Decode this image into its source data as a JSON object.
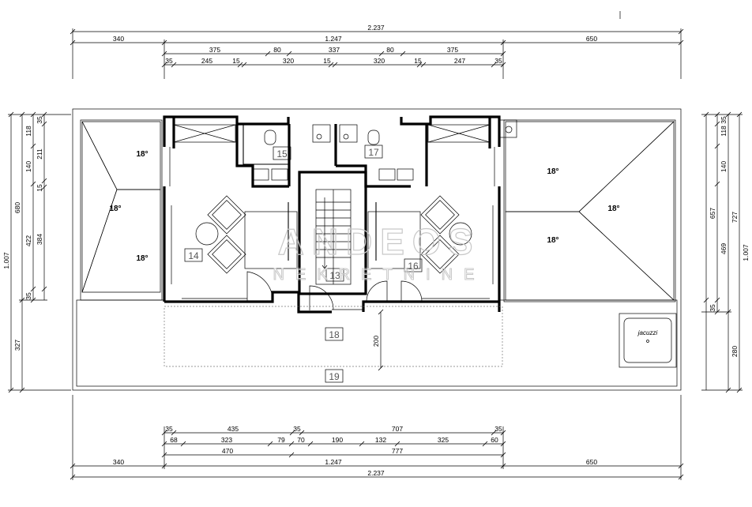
{
  "dimensions": {
    "top": {
      "row1": [
        "2.237"
      ],
      "row2": [
        "340",
        "1.247",
        "650"
      ],
      "row3": [
        "375",
        "80",
        "337",
        "80",
        "375"
      ],
      "row4": [
        "35",
        "245",
        "15",
        "320",
        "15",
        "320",
        "15",
        "247",
        "35"
      ]
    },
    "bottom": {
      "row1": [
        "35",
        "435",
        "35",
        "707",
        "35"
      ],
      "row2": [
        "68",
        "323",
        "79",
        "70",
        "190",
        "132",
        "325",
        "60"
      ],
      "row3": [
        "470",
        "777"
      ],
      "row4": [
        "340",
        "1.247",
        "650"
      ],
      "row5": [
        "2.237"
      ]
    },
    "left": {
      "outer": [
        "1.007"
      ],
      "mid": [
        "680",
        "327"
      ],
      "inner1": [
        "118",
        "140",
        "422",
        "35"
      ],
      "inner2": [
        "35",
        "211",
        "15",
        "384"
      ]
    },
    "right": {
      "outer": [
        "1.007"
      ],
      "mid": [
        "727",
        "280"
      ],
      "inner1": [
        "35",
        "118",
        "140",
        "469",
        "35"
      ],
      "inner2": [
        "657"
      ]
    },
    "center_vertical": "200"
  },
  "roof_angles": {
    "left_top": "18°",
    "left_mid": "18°",
    "left_bottom": "18°",
    "right_top": "18°",
    "right_mid": "18°",
    "right_bottom": "18°"
  },
  "rooms": {
    "r13": "13",
    "r14": "14",
    "r15": "15",
    "r16": "16",
    "r17": "17",
    "r18": "18",
    "r19": "19"
  },
  "jacuzzi_label": "jacuzzi",
  "watermark": {
    "main": "ANDEOS",
    "sub": "NEKRETNINE"
  }
}
